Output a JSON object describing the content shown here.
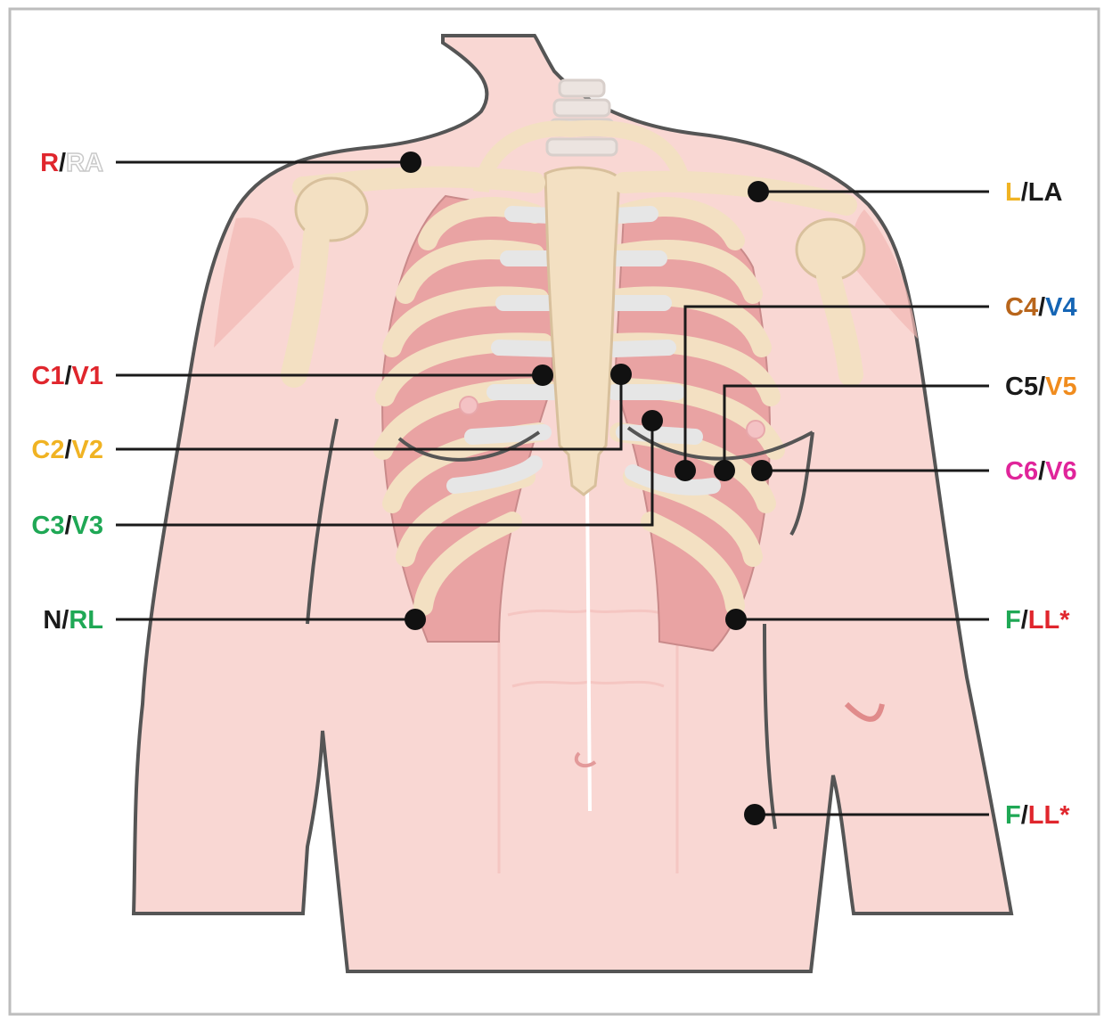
{
  "colors": {
    "red": "#e0262d",
    "white_outline": "#c9c9c9",
    "black": "#1a1a1a",
    "yellow": "#f0b323",
    "brown": "#b8651b",
    "blue": "#1565b5",
    "orange": "#f08c1e",
    "magenta": "#e0249a",
    "green": "#1fa855",
    "skin": "#f9d7d3",
    "skin_dark": "#f2b8b4",
    "bone": "#f3e0c2",
    "cartilage": "#e6e6e6",
    "muscle": "#d9868a"
  },
  "electrodes": [
    {
      "key": "ra",
      "iec": "R",
      "aha": "RA",
      "iec_color": "#e0262d",
      "aha_color": "#ffffff",
      "aha_outline": true,
      "side": "left"
    },
    {
      "key": "la",
      "iec": "L",
      "aha": "LA",
      "iec_color": "#f0b323",
      "aha_color": "#1a1a1a",
      "side": "right"
    },
    {
      "key": "v4",
      "iec": "C4",
      "aha": "V4",
      "iec_color": "#b8651b",
      "aha_color": "#1565b5",
      "side": "right"
    },
    {
      "key": "v1",
      "iec": "C1",
      "aha": "V1",
      "iec_color": "#e0262d",
      "aha_color": "#e0262d",
      "side": "left"
    },
    {
      "key": "v5",
      "iec": "C5",
      "aha": "V5",
      "iec_color": "#1a1a1a",
      "aha_color": "#f08c1e",
      "side": "right"
    },
    {
      "key": "v2",
      "iec": "C2",
      "aha": "V2",
      "iec_color": "#f0b323",
      "aha_color": "#f0b323",
      "side": "left"
    },
    {
      "key": "v6",
      "iec": "C6",
      "aha": "V6",
      "iec_color": "#e0249a",
      "aha_color": "#e0249a",
      "side": "right"
    },
    {
      "key": "v3",
      "iec": "C3",
      "aha": "V3",
      "iec_color": "#1fa855",
      "aha_color": "#1fa855",
      "side": "left"
    },
    {
      "key": "rl",
      "iec": "N",
      "aha": "RL",
      "iec_color": "#1a1a1a",
      "aha_color": "#1fa855",
      "side": "left"
    },
    {
      "key": "ll1",
      "iec": "F",
      "aha": "LL*",
      "iec_color": "#1fa855",
      "aha_color": "#e0262d",
      "side": "right"
    },
    {
      "key": "ll2",
      "iec": "F",
      "aha": "LL*",
      "iec_color": "#1fa855",
      "aha_color": "#e0262d",
      "side": "right"
    }
  ],
  "separator": "/"
}
